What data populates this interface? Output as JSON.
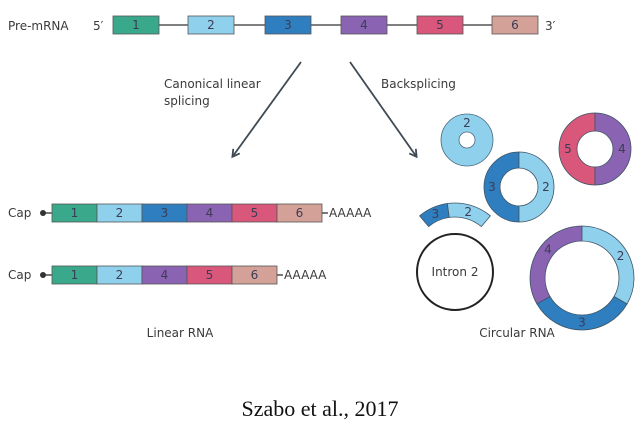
{
  "colors": {
    "1": "#3aa88a",
    "2": "#8fd0ec",
    "3": "#2f7fc0",
    "4": "#8a63b3",
    "5": "#d9577a",
    "6": "#d4a198",
    "line": "#333333",
    "arrow": "#3f4a55"
  },
  "premrna": {
    "label": "Pre-mRNA",
    "five_prime": "5′",
    "three_prime": "3′",
    "exons": [
      "1",
      "2",
      "3",
      "4",
      "5",
      "6"
    ]
  },
  "pathways": {
    "left": [
      "Canonical linear",
      "splicing"
    ],
    "right": "Backsplicing"
  },
  "linear": {
    "cap": "Cap",
    "polya": "AAAAA",
    "rows": [
      [
        "1",
        "2",
        "3",
        "4",
        "5",
        "6"
      ],
      [
        "1",
        "2",
        "4",
        "5",
        "6"
      ]
    ],
    "label": "Linear RNA"
  },
  "circular": {
    "label": "Circular RNA",
    "intron_label": "Intron 2",
    "rings": [
      {
        "name": "ring-exon2",
        "segments": [
          "2"
        ]
      },
      {
        "name": "ring-exons-3-2",
        "segments": [
          "3",
          "2"
        ]
      },
      {
        "name": "ring-exons-5-4",
        "segments": [
          "5",
          "4"
        ]
      },
      {
        "name": "ring-exons-4-2-3",
        "segments": [
          "4",
          "2",
          "3"
        ]
      }
    ],
    "intron_arc_segments": [
      "3",
      "2"
    ]
  },
  "citation": "Szabo et al., 2017"
}
